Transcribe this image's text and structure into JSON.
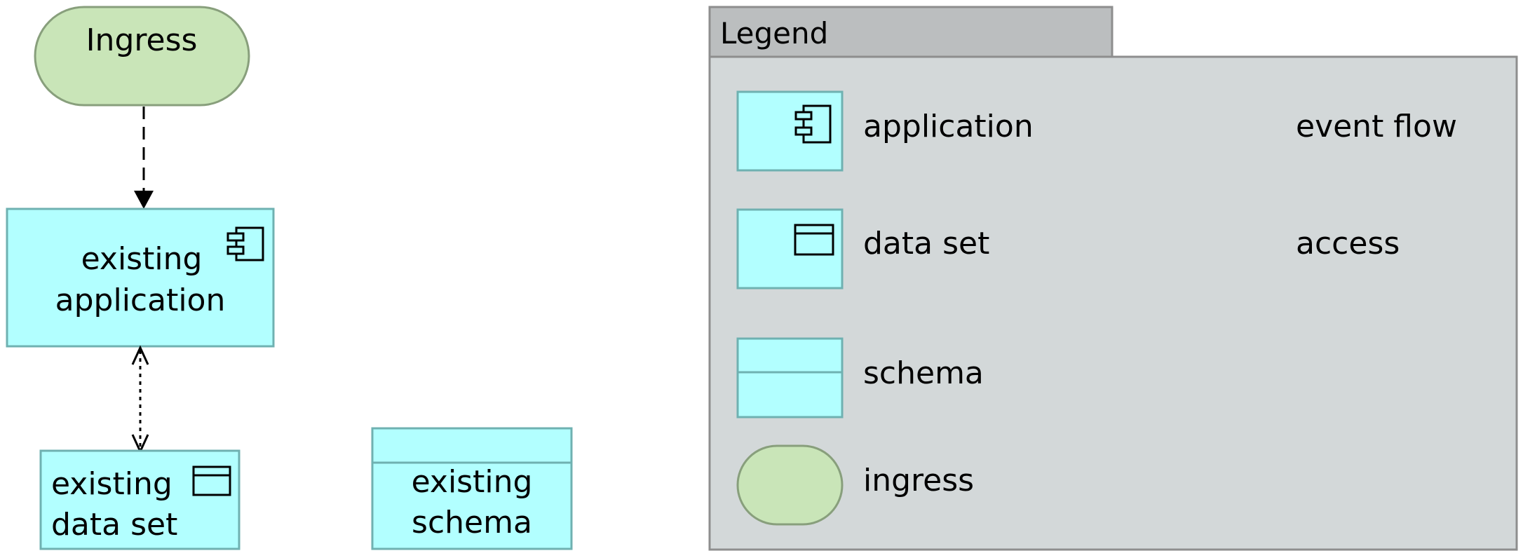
{
  "colors": {
    "application": "#b2ffff",
    "application_border": "#6fb1b1",
    "ingress": "#c9e5b8",
    "ingress_border": "#889f7c",
    "legend_tab": "#bbbebf",
    "legend_body": "#d3d8d9",
    "legend_border": "#8e8e8e",
    "edge": "#000000"
  },
  "diagram": {
    "ingress": {
      "label": "Ingress"
    },
    "app": {
      "line1": "existing",
      "line2": "application",
      "icon": "component-icon"
    },
    "dataset": {
      "line1": "existing",
      "line2": "data set",
      "icon": "dataset-icon"
    },
    "schema": {
      "line1": "existing",
      "line2": "schema"
    },
    "edges": [
      {
        "from": "Ingress",
        "to": "existing application",
        "type": "event flow"
      },
      {
        "from": "existing application",
        "to": "existing data set",
        "type": "access"
      }
    ]
  },
  "legend": {
    "title": "Legend",
    "items": [
      {
        "label": "application",
        "icon": "component-icon"
      },
      {
        "label": "data set",
        "icon": "dataset-icon"
      },
      {
        "label": "schema"
      },
      {
        "label": "ingress"
      }
    ],
    "edges": [
      {
        "label": "event flow"
      },
      {
        "label": "access"
      }
    ]
  }
}
